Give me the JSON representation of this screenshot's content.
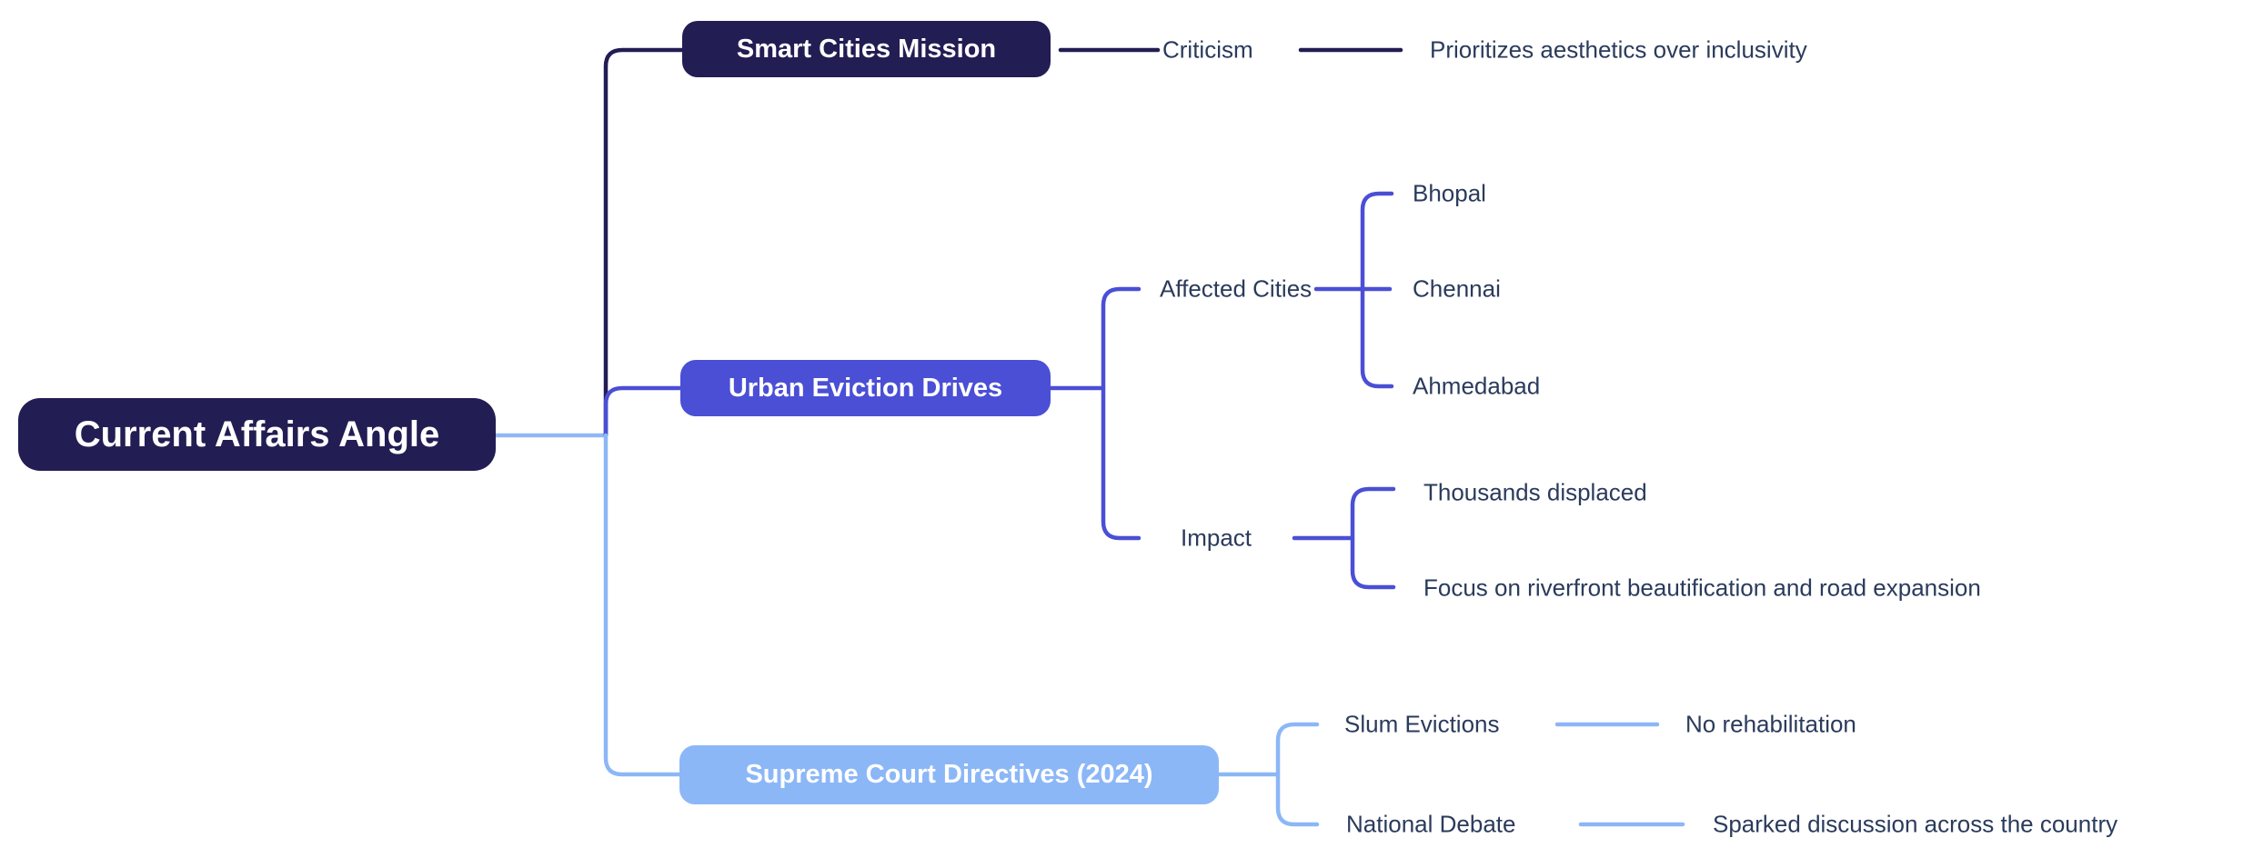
{
  "diagram_type": "mindmap",
  "colors": {
    "background": "#ffffff",
    "node_text": "#ffffff",
    "label_text": "#2b3b5c",
    "root_fill": "#221d53",
    "branch_navy": "#221d53",
    "branch_indigo": "#4a4fd5",
    "branch_light_blue": "#8cb7f7",
    "root_connector": "#90b8f5"
  },
  "root": {
    "label": "Current Affairs Angle"
  },
  "branches": [
    {
      "label": "Smart Cities Mission",
      "color": "#221d53",
      "children": [
        {
          "label": "Criticism",
          "children": [
            {
              "label": "Prioritizes aesthetics over inclusivity"
            }
          ]
        }
      ]
    },
    {
      "label": "Urban Eviction Drives",
      "color": "#4a4fd5",
      "children": [
        {
          "label": "Affected Cities",
          "children": [
            {
              "label": "Bhopal"
            },
            {
              "label": "Chennai"
            },
            {
              "label": "Ahmedabad"
            }
          ]
        },
        {
          "label": "Impact",
          "children": [
            {
              "label": "Thousands displaced"
            },
            {
              "label": "Focus on riverfront beautification and road expansion"
            }
          ]
        }
      ]
    },
    {
      "label": "Supreme Court Directives (2024)",
      "color": "#8cb7f7",
      "children": [
        {
          "label": "Slum Evictions",
          "children": [
            {
              "label": "No rehabilitation"
            }
          ]
        },
        {
          "label": "National Debate",
          "children": [
            {
              "label": "Sparked discussion across the country"
            }
          ]
        }
      ]
    }
  ]
}
